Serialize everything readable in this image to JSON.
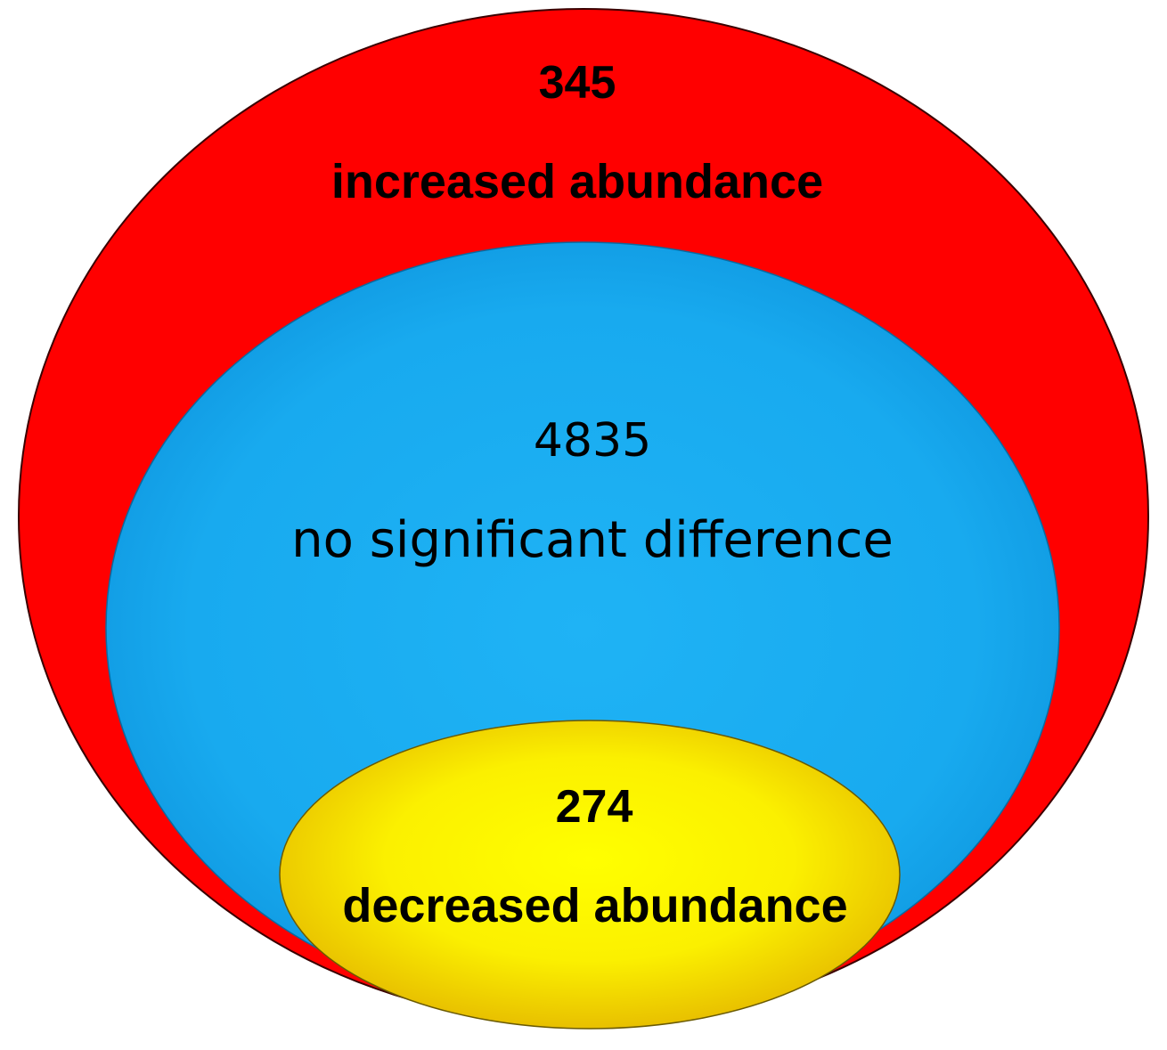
{
  "diagram": {
    "regions": [
      {
        "id": "increased",
        "count": "345",
        "label": "increased abundance",
        "color": "#ff0000"
      },
      {
        "id": "no-difference",
        "count": "4835",
        "label": "no significant difference",
        "color": "#16a8ee"
      },
      {
        "id": "decreased",
        "count": "274",
        "label": "decreased abundance",
        "color": "#ffff00"
      }
    ]
  }
}
